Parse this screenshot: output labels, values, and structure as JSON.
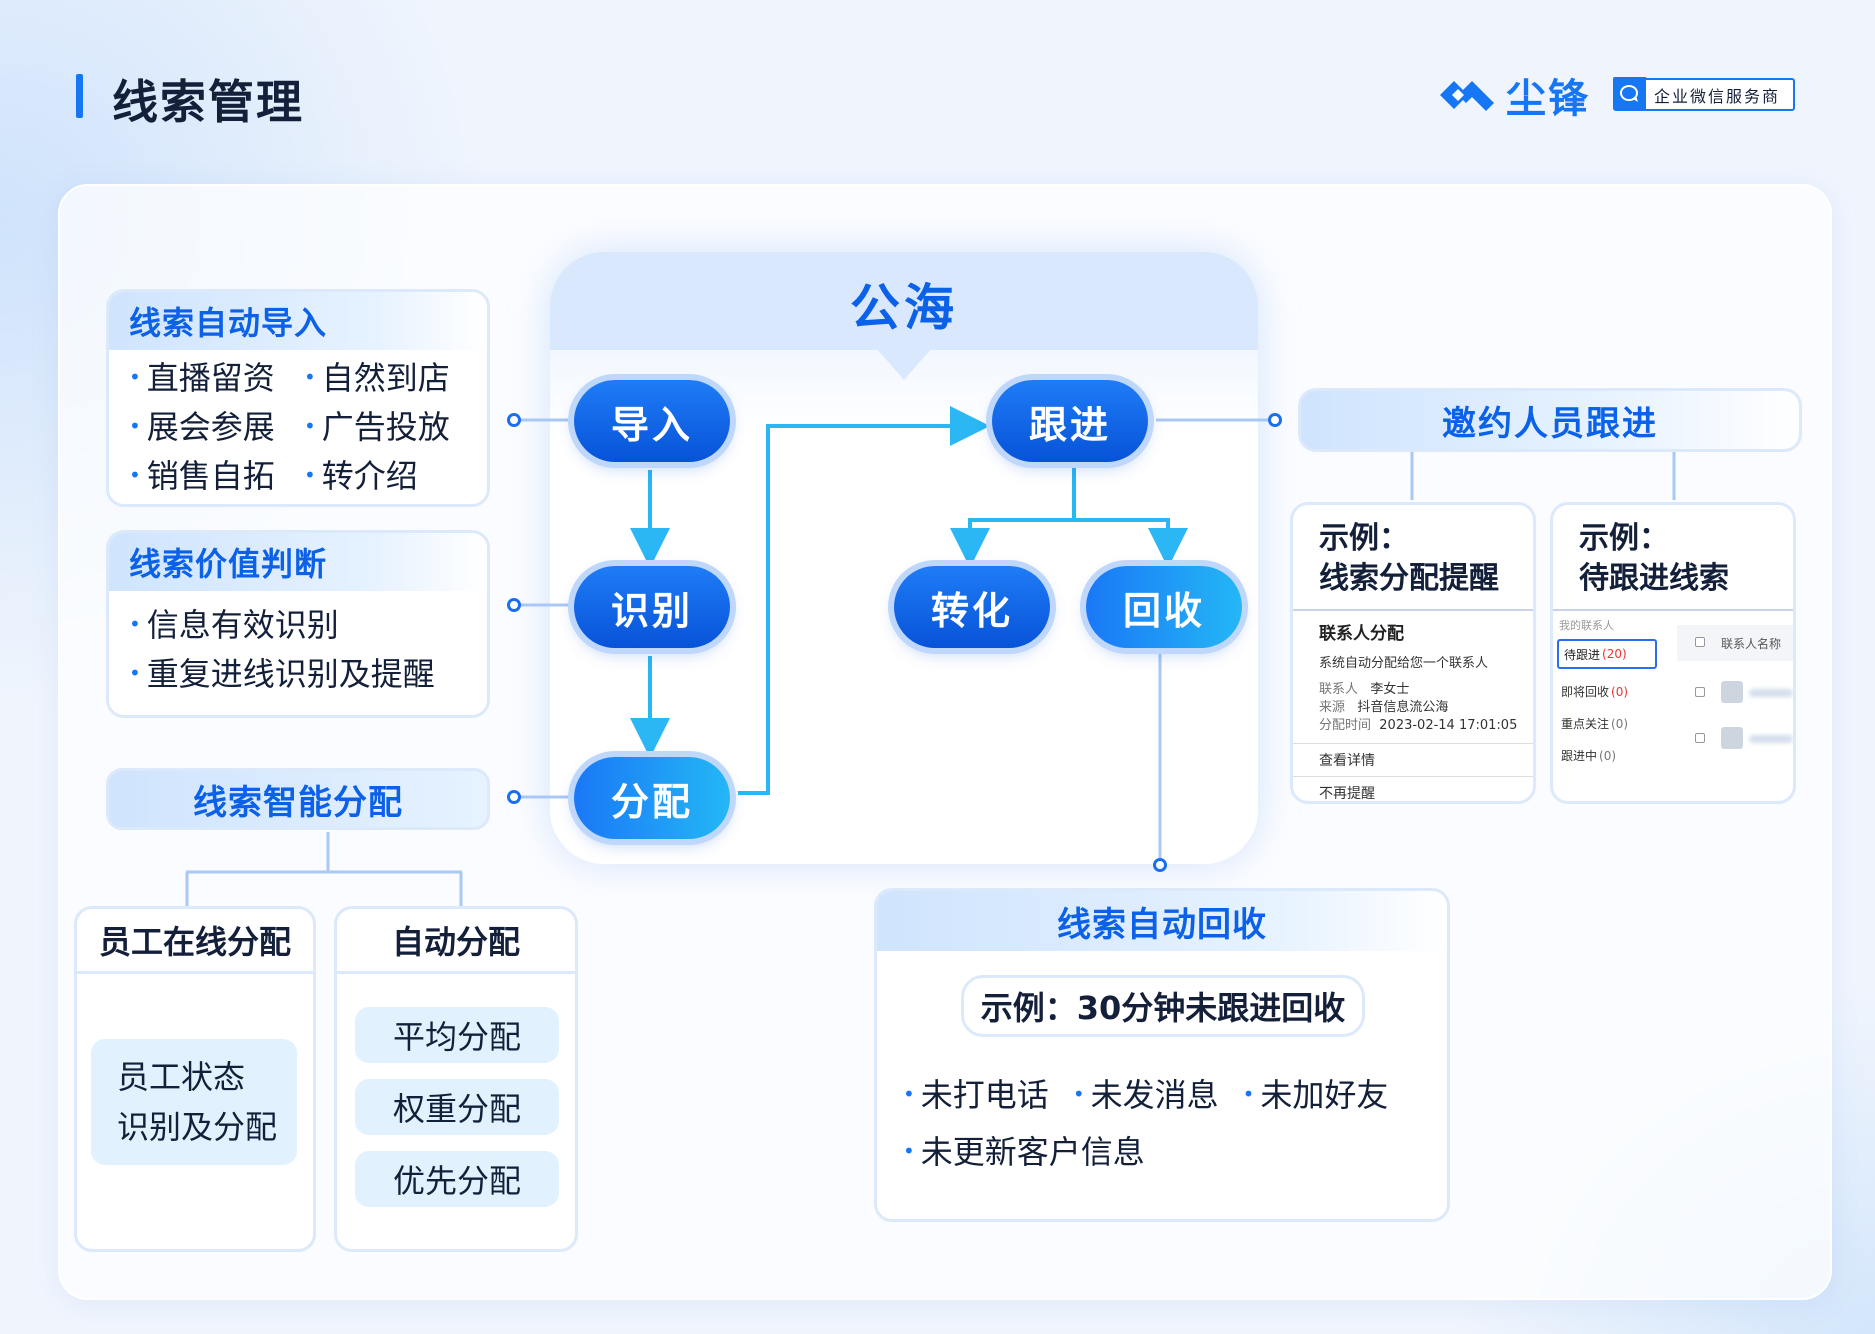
{
  "header": {
    "title": "线索管理",
    "brand_name": "尘锋",
    "brand_badge": "企业微信服务商"
  },
  "sea": {
    "title": "公海"
  },
  "flow": {
    "import": "导入",
    "identify": "识别",
    "assign": "分配",
    "follow": "跟进",
    "convert": "转化",
    "recycle": "回收"
  },
  "auto_import": {
    "title": "线索自动导入",
    "items": [
      "直播留资",
      "自然到店",
      "展会参展",
      "广告投放",
      "销售自拓",
      "转介绍"
    ]
  },
  "value_judge": {
    "title": "线索价值判断",
    "items": [
      "信息有效识别",
      "重复进线识别及提醒"
    ]
  },
  "smart_assign": {
    "title": "线索智能分配",
    "online": {
      "title": "员工在线分配",
      "chip_line1": "员工状态",
      "chip_line2": "识别及分配"
    },
    "auto": {
      "title": "自动分配",
      "chips": [
        "平均分配",
        "权重分配",
        "优先分配"
      ]
    }
  },
  "invite_follow": {
    "title": "邀约人员跟进",
    "example1": {
      "title_line1": "示例：",
      "title_line2": "线索分配提醒",
      "card_title": "联系人分配",
      "card_desc": "系统自动分配给您一个联系人",
      "contact_label": "联系人",
      "contact_value": "李女士",
      "source_label": "来源",
      "source_value": "抖音信息流公海",
      "time_label": "分配时间",
      "time_value": "2023-02-14  17:01:05",
      "action1": "查看详情",
      "action2": "不再提醒"
    },
    "example2": {
      "title_line1": "示例：",
      "title_line2": "待跟进线索",
      "side_title": "我的联系人",
      "tabs": [
        {
          "label": "待跟进",
          "count": "(20)"
        },
        {
          "label": "即将回收",
          "count": "(0)"
        },
        {
          "label": "重点关注",
          "count": "(0)"
        },
        {
          "label": "跟进中",
          "count": "(0)"
        }
      ],
      "col_header": "联系人名称"
    }
  },
  "auto_recycle": {
    "title": "线索自动回收",
    "example": "示例：30分钟未跟进回收",
    "items": [
      "未打电话",
      "未发消息",
      "未加好友",
      "未更新客户信息"
    ]
  },
  "colors": {
    "accent": "#1676f3",
    "pill": "#0753d8",
    "arrow": "#2bb6f4",
    "title": "#0b61e8"
  }
}
